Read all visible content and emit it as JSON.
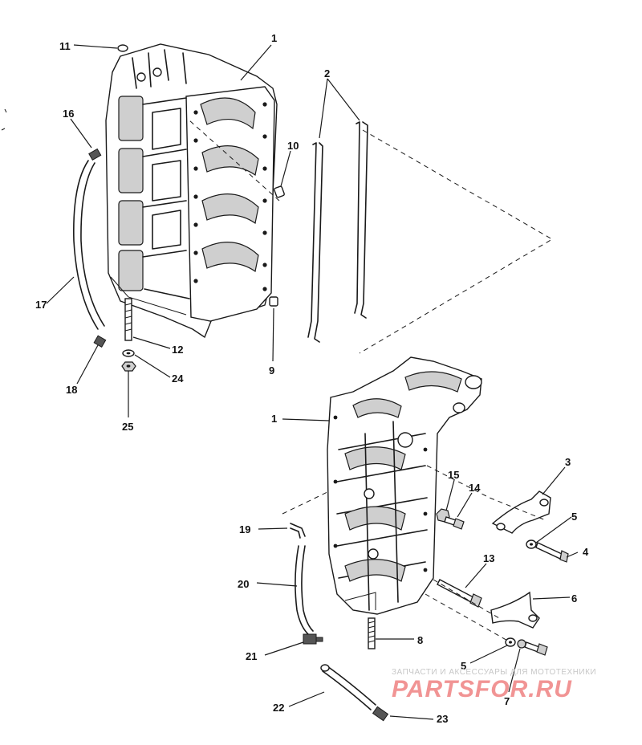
{
  "diagram": {
    "callouts": {
      "c1_top": "1",
      "c2": "2",
      "c9": "9",
      "c10": "10",
      "c11": "11",
      "c12": "12",
      "c16": "16",
      "c17": "17",
      "c18": "18",
      "c24": "24",
      "c25": "25",
      "c1_bottom": "1",
      "c3": "3",
      "c4": "4",
      "c5_upper": "5",
      "c5_lower": "5",
      "c6": "6",
      "c7": "7",
      "c8": "8",
      "c13": "13",
      "c14": "14",
      "c15": "15",
      "c19": "19",
      "c20": "20",
      "c21": "21",
      "c22": "22",
      "c23": "23"
    }
  },
  "watermark": {
    "subtitle": "ЗАПЧАСТИ И АКСЕССУАРЫ ДЛЯ МОТОТЕХНИКИ",
    "brand": "PARTSFOR.RU",
    "brand_color": "#e33b3b"
  }
}
